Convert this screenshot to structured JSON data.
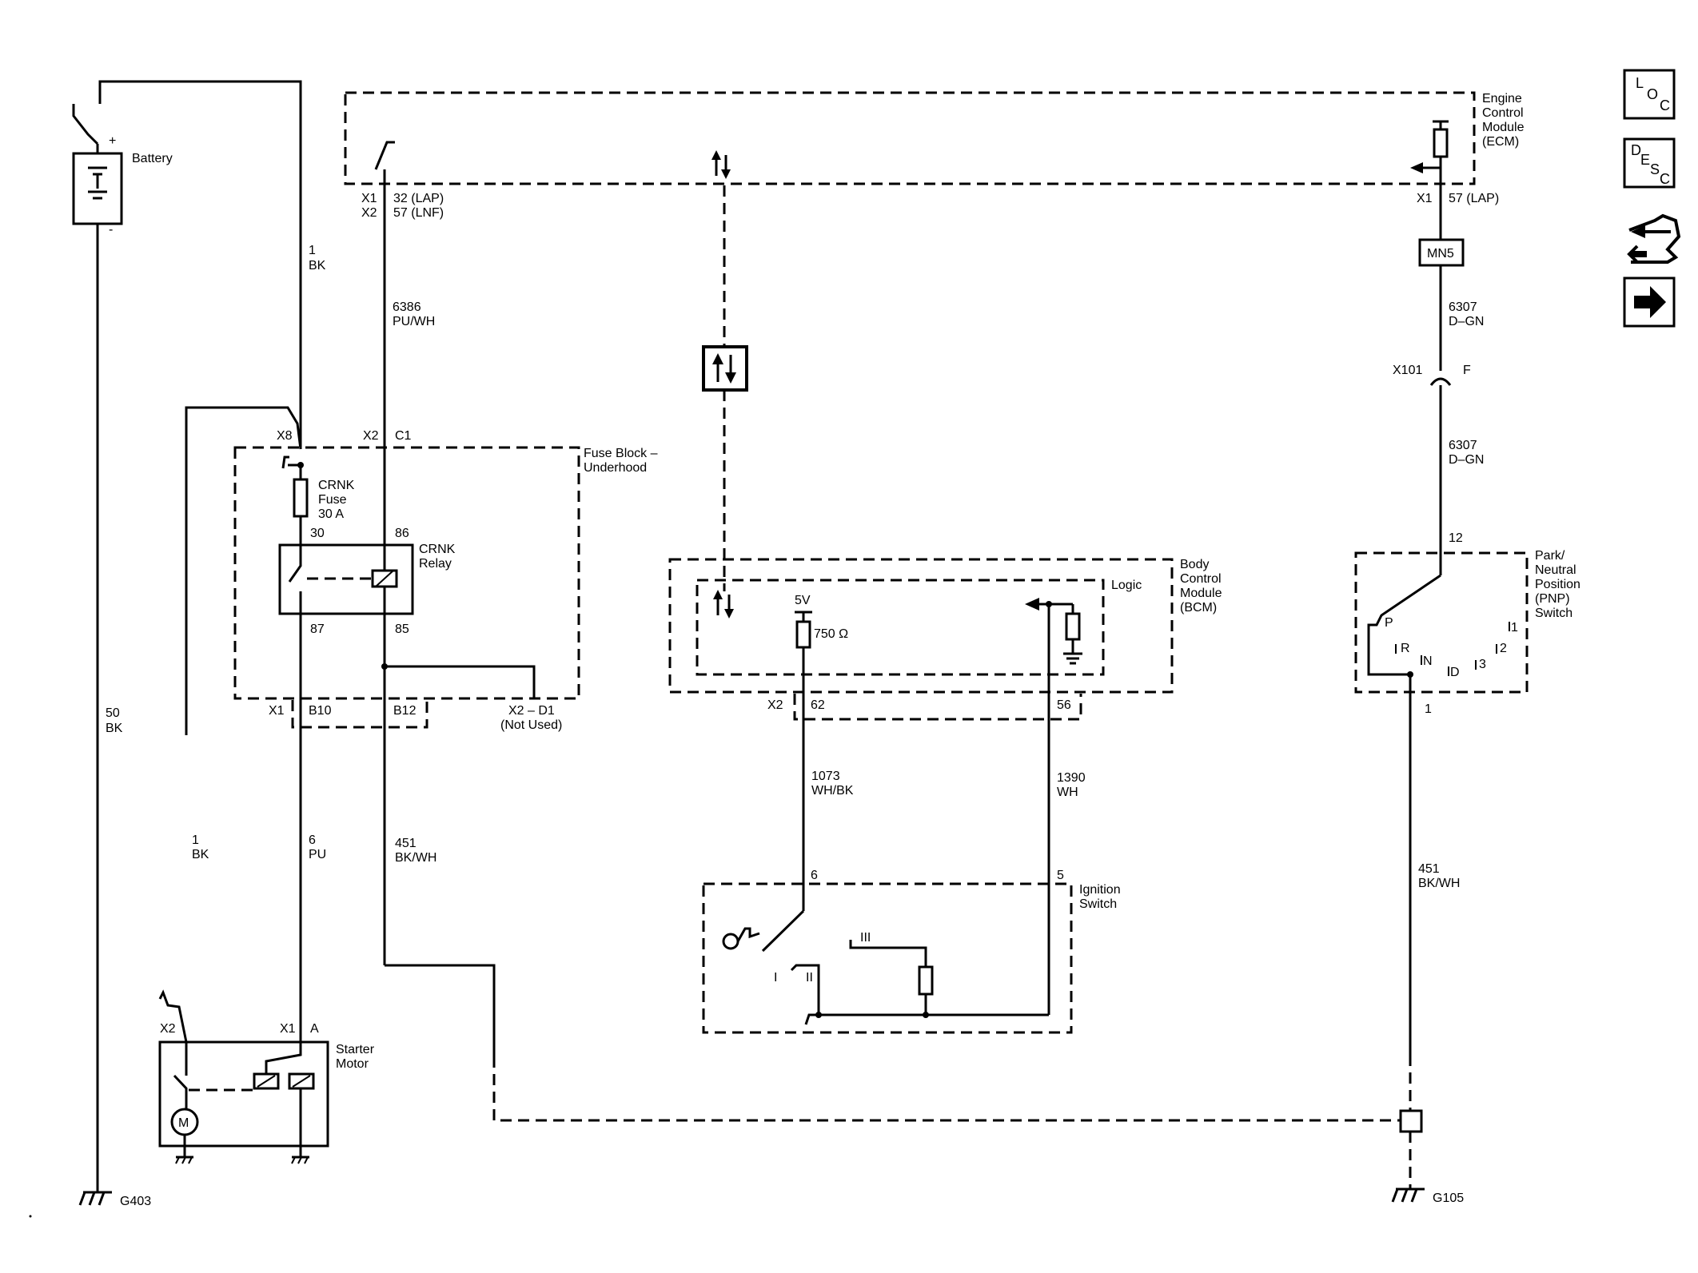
{
  "battery": {
    "label": "Battery",
    "plus": "+",
    "minus": "-"
  },
  "wires": {
    "bat_pos": {
      "num": "1",
      "color": "BK"
    },
    "bat_gnd": {
      "num": "50",
      "color": "BK"
    },
    "crank_req": {
      "num": "6386",
      "color": "PU/WH"
    },
    "starter_feed": {
      "num": "1",
      "color": "BK"
    },
    "starter_ctl": {
      "num": "6",
      "color": "PU"
    },
    "relay_gnd": {
      "num": "451",
      "color": "BK/WH"
    },
    "ign_crank": {
      "num": "1073",
      "color": "WH/BK"
    },
    "ign_sw": {
      "num": "1390",
      "color": "WH"
    },
    "pnp_sig_top": {
      "num": "6307",
      "color": "D–GN"
    },
    "pnp_sig_mid": {
      "num": "6307",
      "color": "D–GN"
    },
    "pnp_gnd": {
      "num": "451",
      "color": "BK/WH"
    }
  },
  "ecm": {
    "title_lines": [
      "Engine",
      "Control",
      "Module",
      "(ECM)"
    ],
    "left_conn": [
      "X1",
      "X2"
    ],
    "left_pins": [
      "32 (LAP)",
      "57 (LNF)"
    ],
    "right_conn": "X1",
    "right_pin": "57 (LAP)"
  },
  "fuse_block": {
    "title_lines": [
      "Fuse Block –",
      "Underhood"
    ],
    "x8": "X8",
    "x2": "X2",
    "c1": "C1",
    "fuse_lines": [
      "CRNK",
      "Fuse",
      "30 A"
    ],
    "relay_lines": [
      "CRNK",
      "Relay"
    ],
    "pin30": "30",
    "pin86": "86",
    "pin87": "87",
    "pin85": "85",
    "x1": "X1",
    "b10": "B10",
    "b12": "B12",
    "unused_lines": [
      "X2 – D1",
      "(Not Used)"
    ]
  },
  "bcm": {
    "title_lines": [
      "Body",
      "Control",
      "Module",
      "(BCM)"
    ],
    "logic": "Logic",
    "v5": "5V",
    "res": "750 Ω",
    "x2": "X2",
    "pin62": "62",
    "pin56": "56"
  },
  "ignition": {
    "title_lines": [
      "Ignition",
      "Switch"
    ],
    "pin6": "6",
    "pin5": "5",
    "pos_i": "I",
    "pos_ii": "II",
    "pos_iii": "III"
  },
  "pnp": {
    "title_lines": [
      "Park/",
      "Neutral",
      "Position",
      "(PNP)",
      "Switch"
    ],
    "pin12": "12",
    "pin1": "1",
    "positions": [
      "P",
      "R",
      "N",
      "D",
      "3",
      "2",
      "1"
    ]
  },
  "splice": {
    "conn": "X101",
    "pin": "F",
    "mn": "MN5"
  },
  "starter": {
    "title_lines": [
      "Starter",
      "Motor"
    ],
    "x2": "X2",
    "x1": "X1",
    "a": "A",
    "motor": "M"
  },
  "grounds": {
    "left": "G403",
    "right": "G105"
  },
  "nav": {
    "loc_icon": "LOC",
    "desc_icon": "DESC"
  }
}
